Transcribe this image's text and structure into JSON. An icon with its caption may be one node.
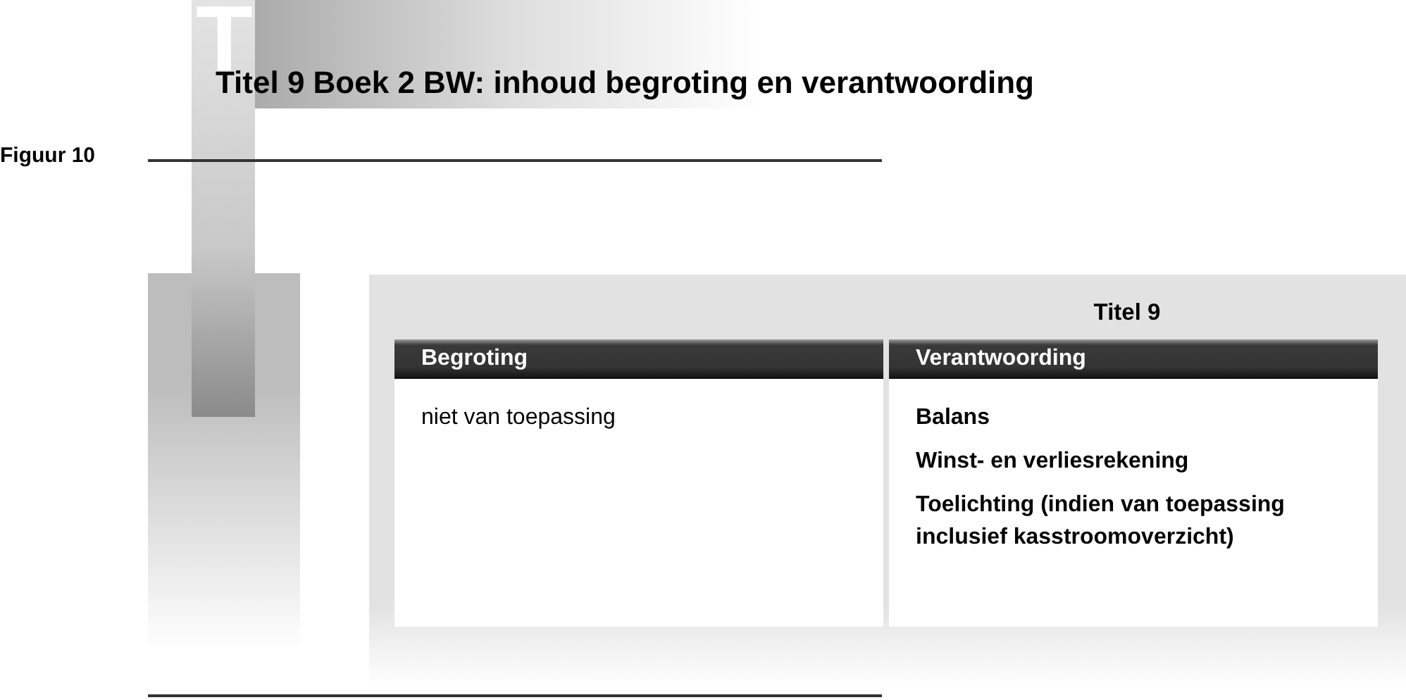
{
  "diagram": {
    "title": "Titel 9 Boek 2 BW: inhoud begroting en verantwoording",
    "nodes": [
      {
        "text": [
          "Titel 9"
        ]
      },
      {
        "text": [
          "Begroting",
          "niet van toepassing"
        ],
        "in": 0
      },
      {
        "text": [
          "Verantwoording",
          "Balans",
          "Winst- en verliesrekening",
          "Toelichting (indien van toepassing inclusief kasstroomoverzicht)"
        ],
        "in": 0
      }
    ],
    "labels": [
      "T",
      "Figuur 10"
    ]
  }
}
